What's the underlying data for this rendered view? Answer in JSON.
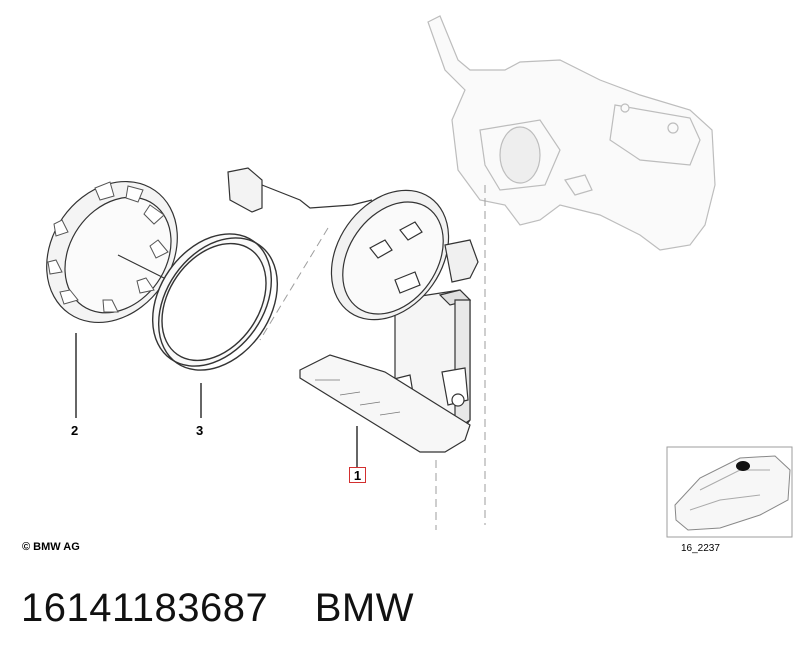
{
  "diagram": {
    "callouts": {
      "part_1": "1",
      "part_2": "2",
      "part_3": "3"
    },
    "highlighted_callout": "1",
    "highlight_color": "#d32f2f",
    "copyright": "© BMW AG",
    "drawing_number": "16_2237"
  },
  "caption": {
    "part_number": "16141183687",
    "brand": "BMW"
  }
}
